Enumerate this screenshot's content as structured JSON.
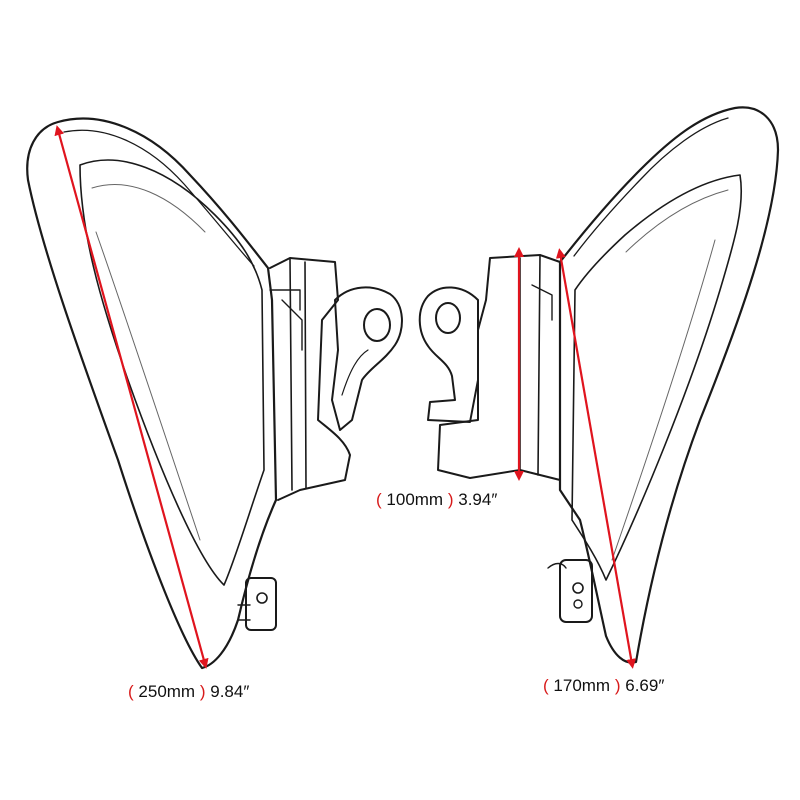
{
  "image": {
    "subject": "pair of motorcycle mid-frame air deflector panels, line drawing",
    "arrow_color": "#e0141e",
    "outline_color": "#1a1a1a"
  },
  "dimensions": [
    {
      "open": "(",
      "value": "250mm",
      "close": ")",
      "imperial": "9.84″"
    },
    {
      "open": "(",
      "value": "100mm",
      "close": ")",
      "imperial": "3.94″"
    },
    {
      "open": "(",
      "value": "170mm",
      "close": ")",
      "imperial": "6.69″"
    }
  ]
}
